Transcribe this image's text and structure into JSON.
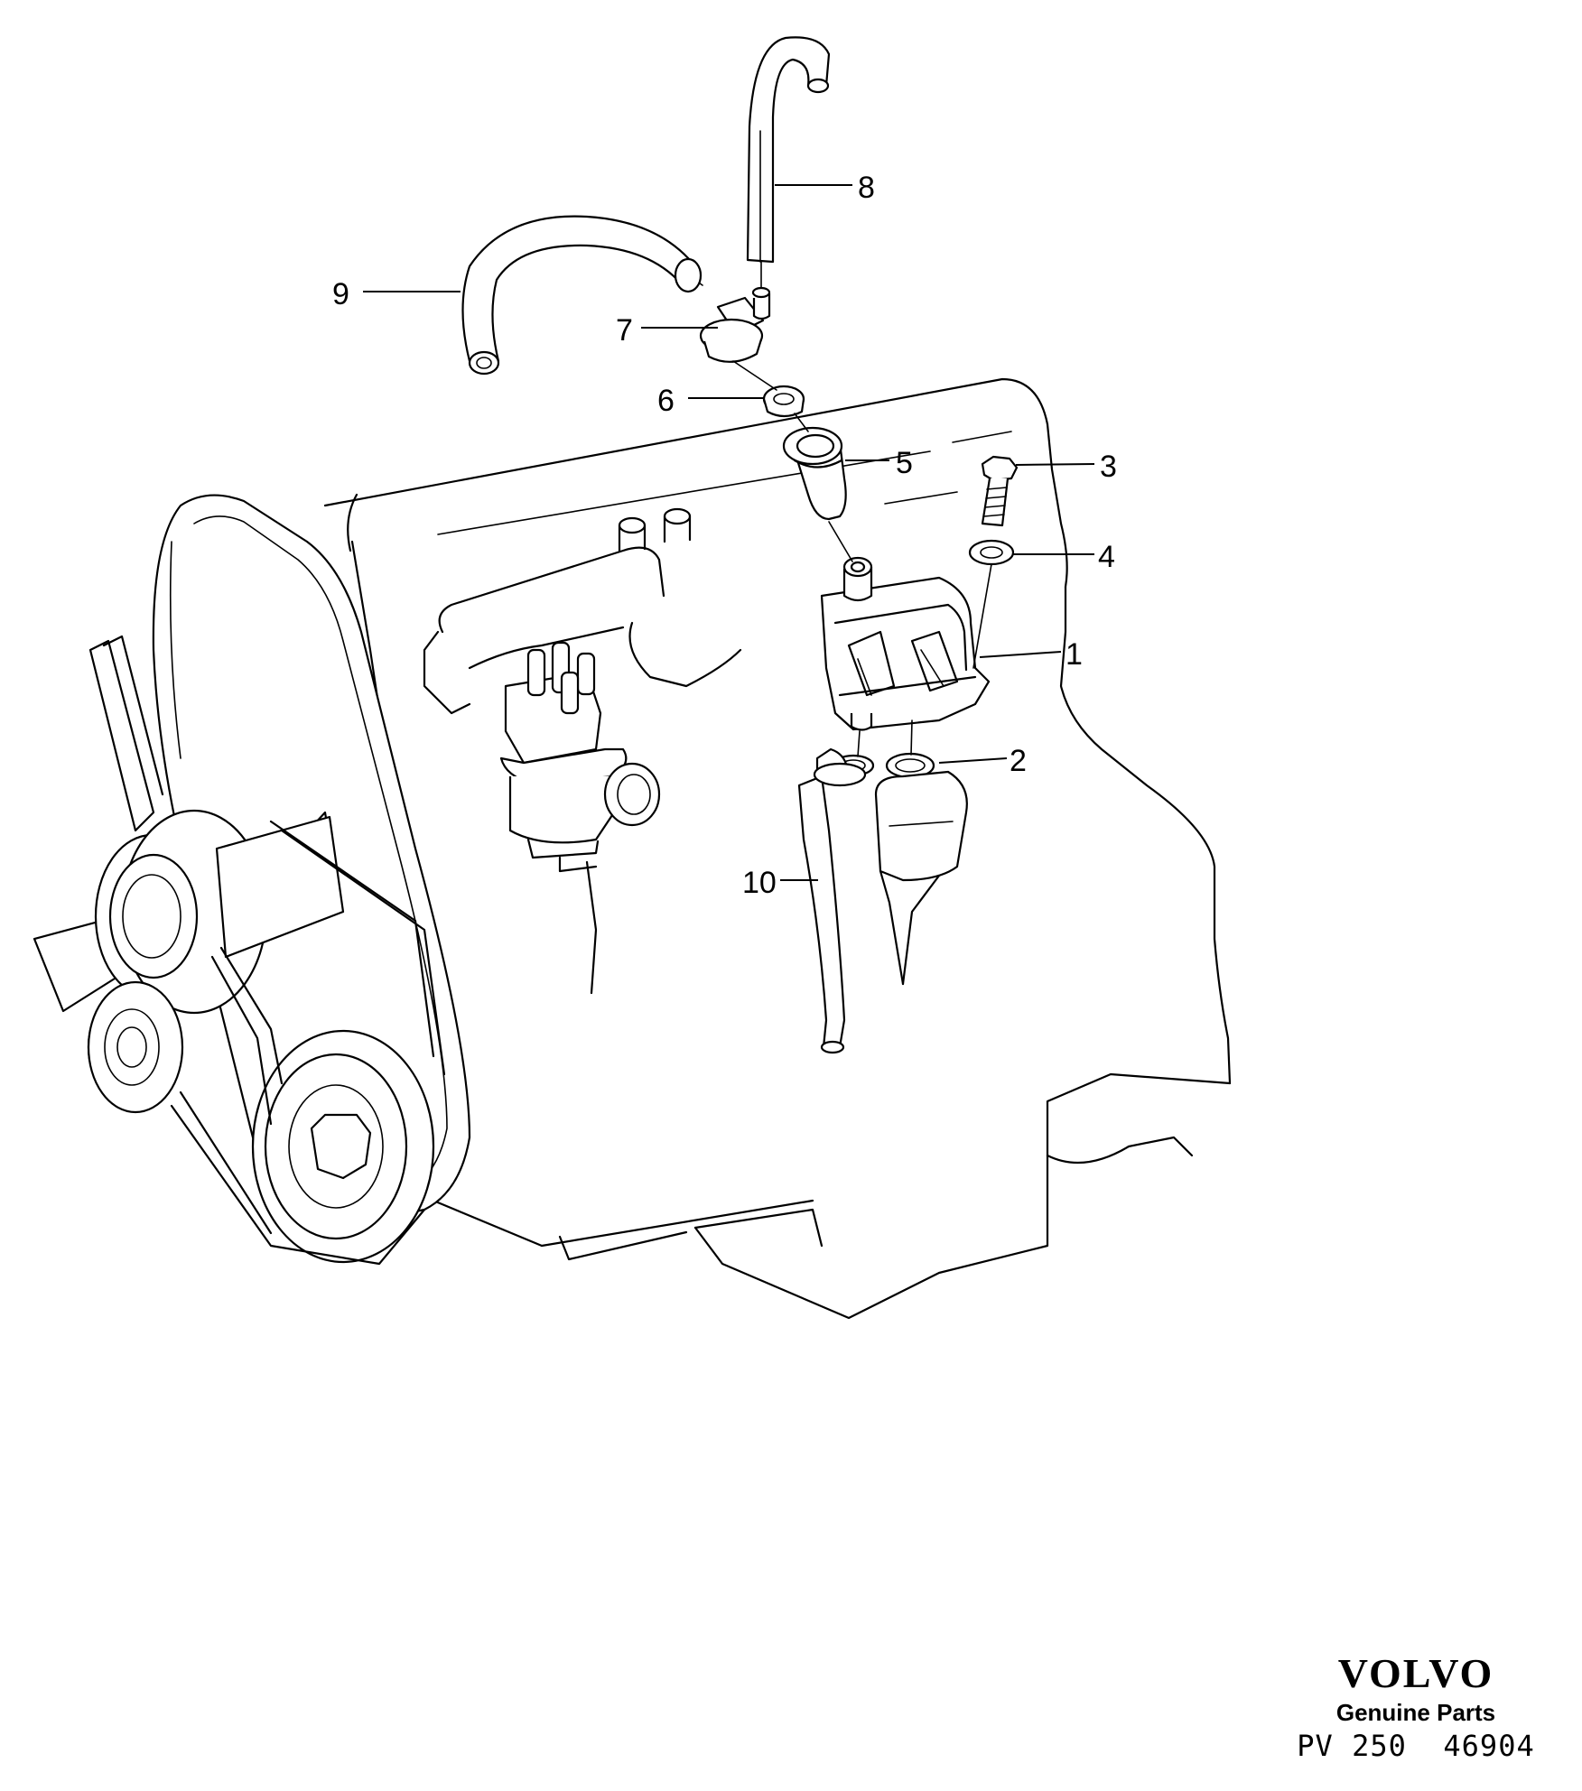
{
  "callouts": {
    "part_1": "1",
    "part_2": "2",
    "part_3": "3",
    "part_4": "4",
    "part_5": "5",
    "part_6": "6",
    "part_7": "7",
    "part_8": "8",
    "part_9": "9",
    "part_10": "10"
  },
  "brand": {
    "logo": "VOLVO",
    "tagline": "Genuine Parts",
    "reference": "PV 250  46904"
  }
}
